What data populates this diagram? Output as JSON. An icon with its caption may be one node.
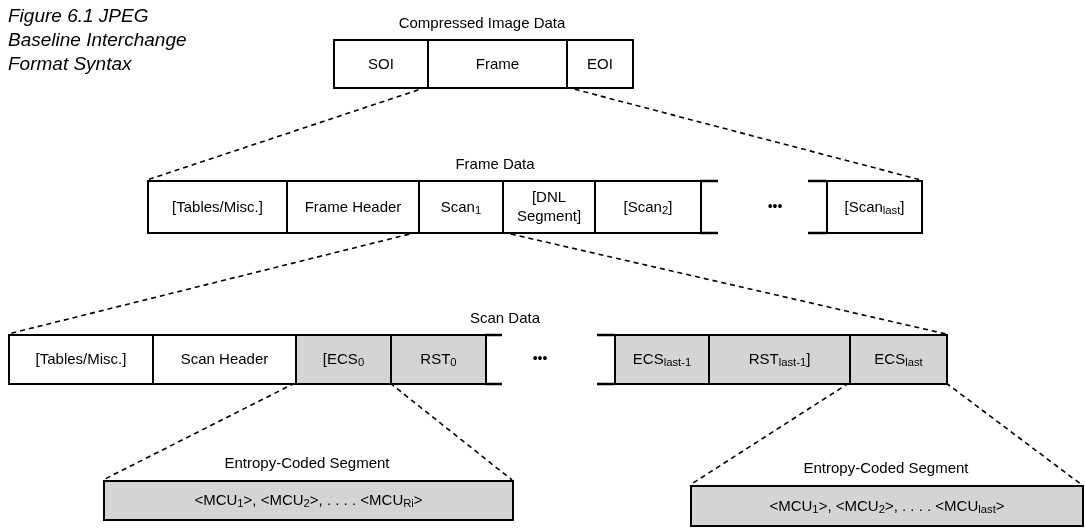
{
  "diagram": {
    "title": "Figure 6.1 JPEG Baseline Interchange Format Syntax",
    "nodes": [
      {
        "text": [
          "Compressed Image Data"
        ]
      },
      {
        "text": [
          "SOI"
        ],
        "in": 0
      },
      {
        "text": [
          "Frame"
        ],
        "in": 0
      },
      {
        "text": [
          "EOI"
        ],
        "in": 0
      },
      {
        "text": [
          "Frame Data"
        ]
      },
      {
        "text": [
          "[Tables/Misc.]"
        ],
        "in": 4
      },
      {
        "text": [
          "Frame Header"
        ],
        "in": 4
      },
      {
        "text": [
          "Scan$_{1}$"
        ],
        "in": 4
      },
      {
        "text": [
          "[DNL Segment]"
        ],
        "in": 4
      },
      {
        "text": [
          "[Scan$_{2}$]"
        ],
        "in": 4
      },
      {
        "text": [
          "[Scan$_{last}$]"
        ],
        "in": 4
      },
      {
        "text": [
          "Scan Data"
        ]
      },
      {
        "text": [
          "[Tables/Misc.]"
        ],
        "in": 11
      },
      {
        "text": [
          "Scan Header"
        ],
        "in": 11
      },
      {
        "text": [
          "[ECS$_{0}$"
        ],
        "in": 11
      },
      {
        "text": [
          "RST$_{0}$"
        ],
        "in": 11
      },
      {
        "text": [
          "ECS$_{last-1}$"
        ],
        "in": 11
      },
      {
        "text": [
          "RST$_{last-1}$]"
        ],
        "in": 11
      },
      {
        "text": [
          "ECS$_{last}$"
        ],
        "in": 11
      },
      {
        "text": [
          "Entropy-Coded Segment",
          "<MCU$_{1}$>, <MCU$_{2}$>, . . . . <MCU$_{Ri}$>"
        ]
      },
      {
        "text": [
          "Entropy-Coded Segment",
          "<MCU$_{1}$>, <MCU$_{2}$>, . . . . <MCU$_{last}$>"
        ]
      }
    ],
    "edges": [
      {
        "from": 2,
        "to": 4,
        "arrow": "none",
        "style": "dashed"
      },
      {
        "from": 2,
        "to": 4,
        "arrow": "none",
        "style": "dashed"
      },
      {
        "from": 7,
        "to": 11,
        "arrow": "none",
        "style": "dashed"
      },
      {
        "from": 7,
        "to": 11,
        "arrow": "none",
        "style": "dashed"
      },
      {
        "from": 14,
        "to": 19,
        "arrow": "none",
        "style": "dashed"
      },
      {
        "from": 14,
        "to": 19,
        "arrow": "none",
        "style": "dashed"
      },
      {
        "from": 18,
        "to": 20,
        "arrow": "none",
        "style": "dashed"
      },
      {
        "from": 18,
        "to": 20,
        "arrow": "none",
        "style": "dashed"
      }
    ],
    "labels": [
      "•••",
      "•••"
    ]
  }
}
